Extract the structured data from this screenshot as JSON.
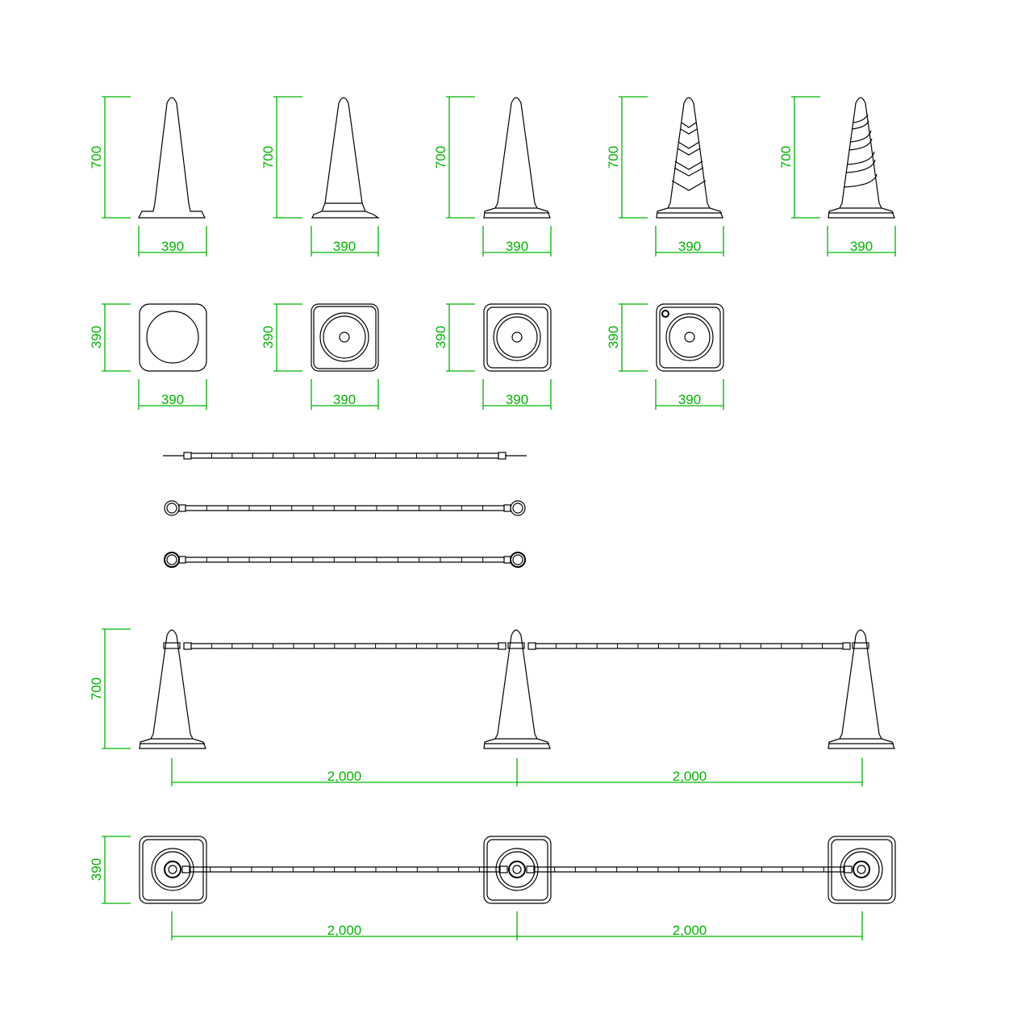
{
  "colors": {
    "line": "#000000",
    "dimension": "#00b400",
    "background": "#ffffff"
  },
  "labels": {
    "height": "700",
    "width": "390",
    "spacing": "2,000"
  },
  "rows": {
    "elevations": [
      "cone-plain-elevation",
      "cone-banded-base-elevation",
      "cone-stepped-base-elevation",
      "cone-chevron-elevation",
      "cone-spiral-elevation"
    ],
    "plans": [
      "cone-plain-plan",
      "cone-ring-plan",
      "cone-double-ring-plan",
      "cone-ring-hole-plan"
    ],
    "bars": [
      "bar-plain",
      "bar-ring-ends",
      "bar-heavy-ring-ends"
    ],
    "assembly_elevation": [
      "cone-left",
      "cone-middle",
      "cone-right"
    ],
    "assembly_plan": [
      "cone-left-plan",
      "cone-middle-plan",
      "cone-right-plan"
    ]
  }
}
